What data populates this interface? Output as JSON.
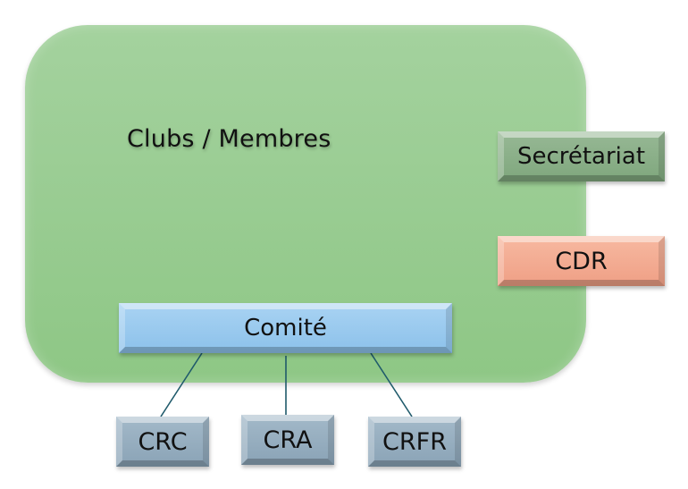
{
  "diagram": {
    "main": {
      "label": "Clubs / Membres",
      "color": "#99cc92"
    },
    "side_boxes": [
      {
        "id": "secretariat",
        "label": "Secrétariat",
        "color": "#8aae88"
      },
      {
        "id": "cdr",
        "label": "CDR",
        "color": "#f3ab92"
      }
    ],
    "committee": {
      "label": "Comité",
      "color": "#9bcbef"
    },
    "sub_committees": [
      {
        "id": "crc",
        "label": "CRC",
        "color": "#96aec0"
      },
      {
        "id": "cra",
        "label": "CRA",
        "color": "#96aec0"
      },
      {
        "id": "crfr",
        "label": "CRFR",
        "color": "#96aec0"
      }
    ],
    "connections": [
      {
        "from": "Comité",
        "to": "CRC"
      },
      {
        "from": "Comité",
        "to": "CRA"
      },
      {
        "from": "Comité",
        "to": "CRFR"
      }
    ],
    "connector_color": "#1f5a6b"
  }
}
